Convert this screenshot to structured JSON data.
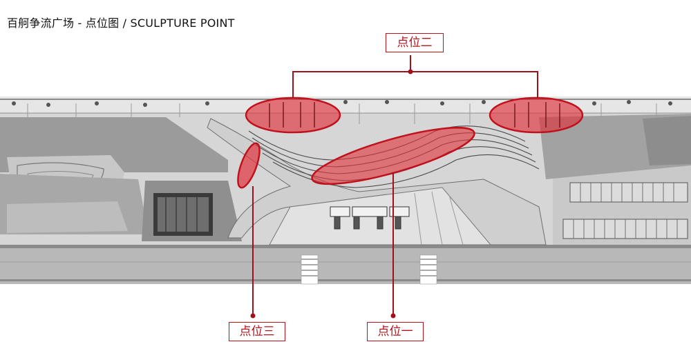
{
  "title": "百舸争流广场 - 点位图 / SCULPTURE POINT",
  "callouts": {
    "point_one": "点位一",
    "point_two": "点位二",
    "point_three": "点位三"
  },
  "colors": {
    "accent": "#b5121b",
    "highlight_fill": "#e0333c",
    "plan_light": "#d9d9d9",
    "plan_mid": "#b9b9b9",
    "plan_dark": "#7f7f7f"
  }
}
